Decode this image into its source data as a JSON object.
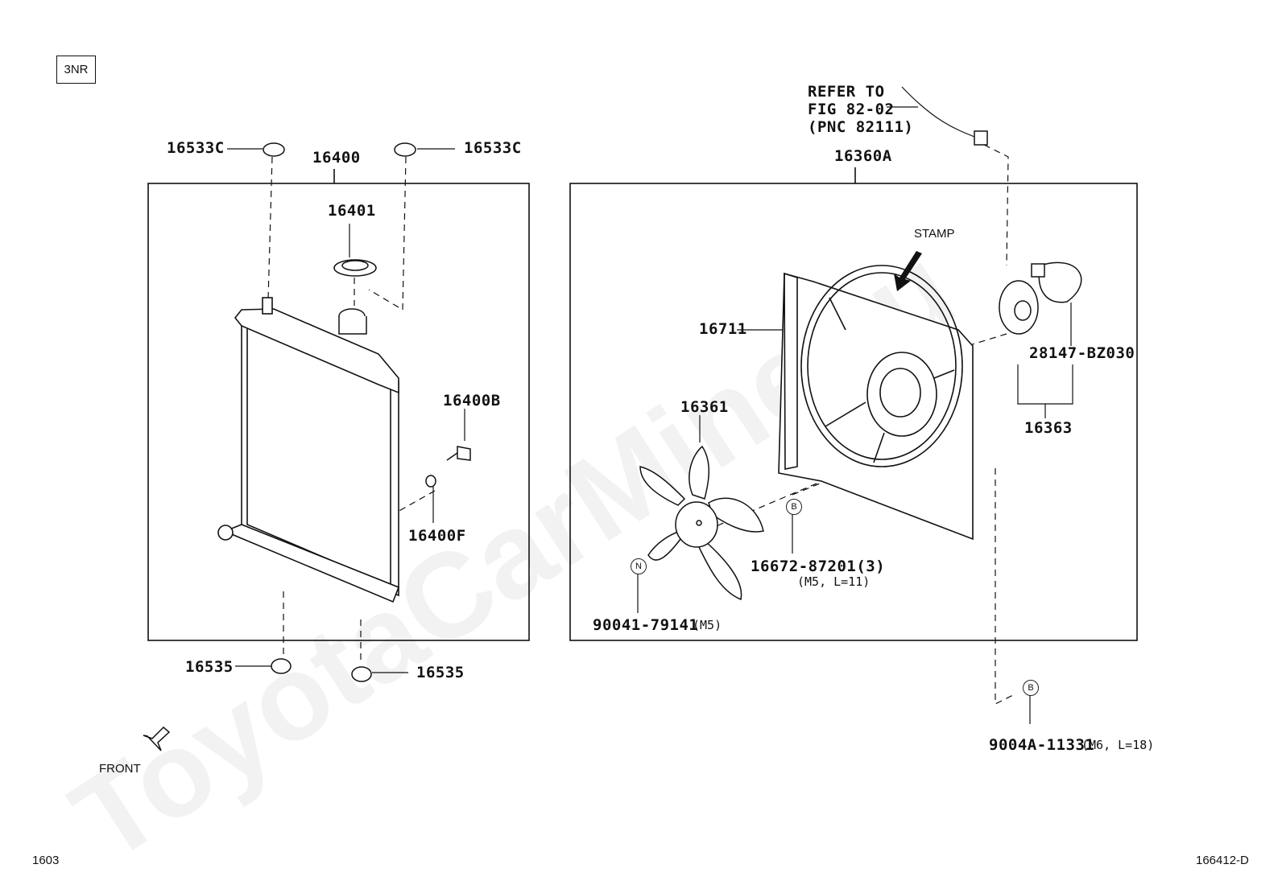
{
  "engine_code": "3NR",
  "watermark": "ToyotaCarMine.ru",
  "page_number": "1603",
  "figure_code": "166412-D",
  "front_label": "FRONT",
  "stamp_label": "STAMP",
  "refer": {
    "line1": "REFER TO",
    "line2": "FIG 82-02",
    "line3": "(PNC 82111)"
  },
  "radiator_group": {
    "assembly": "16400",
    "parts": {
      "grommet_upper_left": "16533C",
      "grommet_upper_right": "16533C",
      "cap": "16401",
      "drain_cock_plug": "16400B",
      "drain_oring": "16400F",
      "cushion_lower_left": "16535",
      "cushion_lower_right": "16535"
    }
  },
  "fan_group": {
    "assembly": "16360A",
    "parts": {
      "shroud": "16711",
      "fan": "16361",
      "motor_assy": "16363",
      "motor": "28147-BZ030",
      "screw": "16672-87201(3)",
      "screw_spec": "(M5, L=11)",
      "nut": "90041-79141",
      "nut_spec": "(M5)",
      "bolt": "9004A-11331",
      "bolt_spec": "(M6, L=18)"
    },
    "markers": {
      "b1": "B",
      "b2": "B",
      "n": "N"
    }
  }
}
